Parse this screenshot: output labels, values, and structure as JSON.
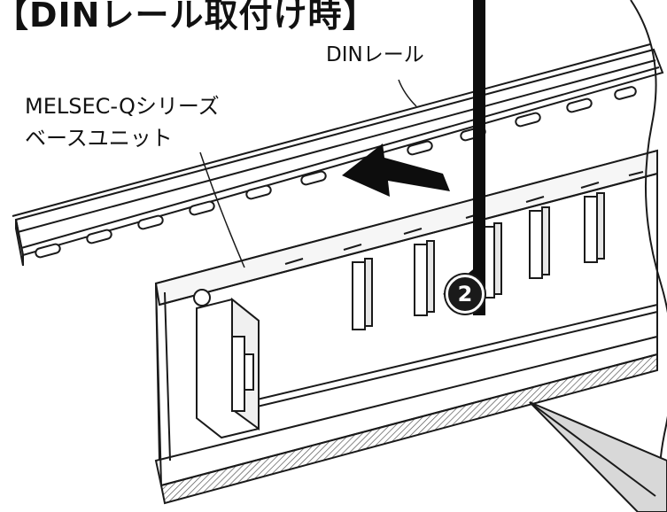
{
  "figure": {
    "title": "【DINレール取付け時】",
    "labels": {
      "din_rail": "DINレール",
      "base_unit_line1": "MELSEC-Qシリーズ",
      "base_unit_line2": "ベースユニット"
    },
    "step_marker": "2"
  },
  "colors": {
    "line": "#1a1a1a",
    "arrow_fill": "#0d0d0d",
    "hatch": "#666666",
    "background": "#ffffff",
    "screwdriver": "#d8d8d8"
  }
}
